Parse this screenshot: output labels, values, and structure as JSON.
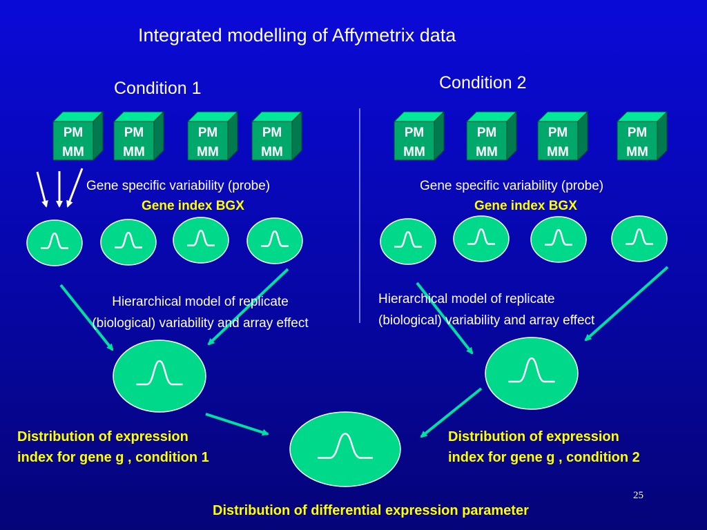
{
  "slide": {
    "title": "Integrated modelling of Affymetrix data",
    "page_number": "25"
  },
  "conditions": [
    {
      "label": "Condition 1",
      "probe_label_top": "PM",
      "probe_label_bottom": "MM",
      "variability_text": "Gene specific variability (probe)",
      "index_text": "Gene index BGX",
      "hierarchical_line1": "Hierarchical model of replicate",
      "hierarchical_line2": "(biological) variability and array effect",
      "distribution_line1": "Distribution of expression",
      "distribution_line2": "index for gene g , condition 1"
    },
    {
      "label": "Condition 2",
      "probe_label_top": "PM",
      "probe_label_bottom": "MM",
      "variability_text": "Gene specific variability (probe)",
      "index_text": "Gene index BGX",
      "hierarchical_line1": "Hierarchical model of replicate",
      "hierarchical_line2": "(biological) variability and array effect",
      "distribution_line1": "Distribution of expression",
      "distribution_line2": "index for gene g , condition 2"
    }
  ],
  "differential_text": "Distribution of differential expression parameter",
  "colors": {
    "background": "#0707b0",
    "ellipse_fill": "#00d98a",
    "cube_front": "#00a86b",
    "cube_side": "#007a4e",
    "cube_top": "#00e89a",
    "arrow": "#00e0a0",
    "highlight_text": "#ffff00"
  }
}
